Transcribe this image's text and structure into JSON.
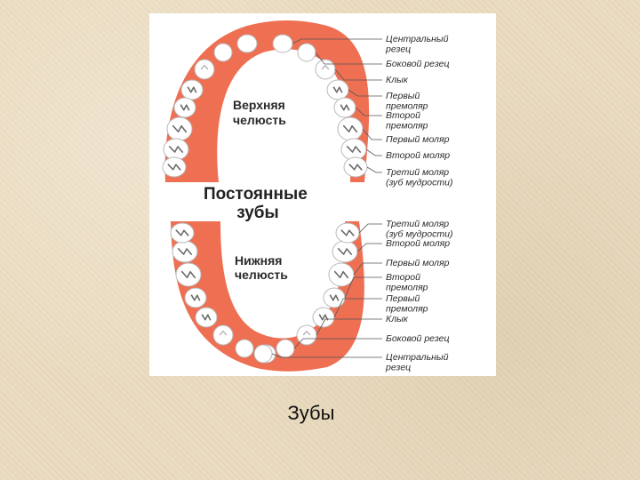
{
  "diagram": {
    "center_title": [
      "Постоянные",
      "зубы"
    ],
    "upper_jaw_label": [
      "Верхняя",
      "челюсть"
    ],
    "lower_jaw_label": [
      "Нижняя",
      "челюсть"
    ],
    "upper_labels": [
      [
        "Центральный",
        "резец"
      ],
      [
        "Боковой резец"
      ],
      [
        "Клык"
      ],
      [
        "Первый",
        "премоляр"
      ],
      [
        "Второй",
        "премоляр"
      ],
      [
        "Первый моляр"
      ],
      [
        "Второй моляр"
      ],
      [
        "Третий моляр",
        "(зуб мудрости)"
      ]
    ],
    "lower_labels": [
      [
        "Третий моляр",
        "(зуб мудрости)"
      ],
      [
        "Второй моляр"
      ],
      [
        "Первый моляр"
      ],
      [
        "Второй",
        "премоляр"
      ],
      [
        "Первый",
        "премоляр"
      ],
      [
        "Клык"
      ],
      [
        "Боковой резец"
      ],
      [
        "Центральный",
        "резец"
      ]
    ],
    "colors": {
      "gum": "#ee6f52",
      "tooth": "#ffffff",
      "tooth_outline": "#b9b9b9",
      "leader_line": "#555555"
    }
  },
  "caption": "Зубы"
}
